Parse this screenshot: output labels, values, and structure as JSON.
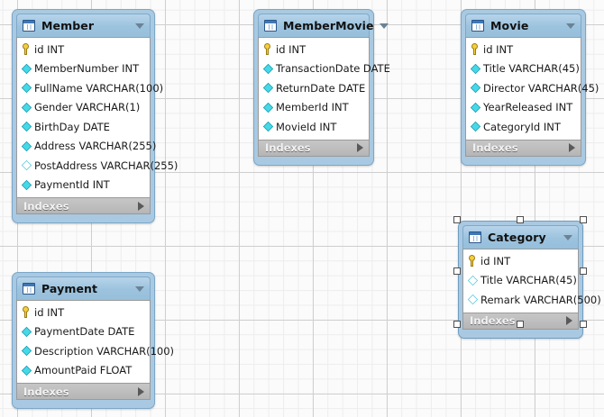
{
  "canvas": {
    "background_color": "#fbfbfb",
    "grid_minor_color": "#ededed",
    "grid_major_color": "#cfcfcf",
    "header_color": "#9cc3de",
    "indexes_bar_color": "#b6b6b6"
  },
  "tables": [
    {
      "name": "Member",
      "icon": "table-icon",
      "collapse_caret": "chevron-down-icon",
      "indexes_label": "Indexes",
      "indexes_caret": "chevron-right-icon",
      "selected": false,
      "fields": [
        {
          "icon": "key-icon",
          "label": "id INT"
        },
        {
          "icon": "diamond-filled-icon",
          "label": "MemberNumber INT"
        },
        {
          "icon": "diamond-filled-icon",
          "label": "FullName VARCHAR(100)"
        },
        {
          "icon": "diamond-filled-icon",
          "label": "Gender VARCHAR(1)"
        },
        {
          "icon": "diamond-filled-icon",
          "label": "BirthDay DATE"
        },
        {
          "icon": "diamond-filled-icon",
          "label": "Address VARCHAR(255)"
        },
        {
          "icon": "diamond-hollow-icon",
          "label": "PostAddress VARCHAR(255)"
        },
        {
          "icon": "diamond-filled-icon",
          "label": "PaymentId INT"
        }
      ]
    },
    {
      "name": "MemberMovie",
      "icon": "table-icon",
      "collapse_caret": "chevron-down-icon",
      "indexes_label": "Indexes",
      "indexes_caret": "chevron-right-icon",
      "selected": false,
      "fields": [
        {
          "icon": "key-icon",
          "label": "id INT"
        },
        {
          "icon": "diamond-filled-icon",
          "label": "TransactionDate DATE"
        },
        {
          "icon": "diamond-filled-icon",
          "label": "ReturnDate DATE"
        },
        {
          "icon": "diamond-filled-icon",
          "label": "MemberId INT"
        },
        {
          "icon": "diamond-filled-icon",
          "label": "MovieId INT"
        }
      ]
    },
    {
      "name": "Movie",
      "icon": "table-icon",
      "collapse_caret": "chevron-down-icon",
      "indexes_label": "Indexes",
      "indexes_caret": "chevron-right-icon",
      "selected": false,
      "fields": [
        {
          "icon": "key-icon",
          "label": "id INT"
        },
        {
          "icon": "diamond-filled-icon",
          "label": "Title VARCHAR(45)"
        },
        {
          "icon": "diamond-filled-icon",
          "label": "Director VARCHAR(45)"
        },
        {
          "icon": "diamond-filled-icon",
          "label": "YearReleased INT"
        },
        {
          "icon": "diamond-filled-icon",
          "label": "CategoryId INT"
        }
      ]
    },
    {
      "name": "Category",
      "icon": "table-icon",
      "collapse_caret": "chevron-down-icon",
      "indexes_label": "Indexes",
      "indexes_caret": "chevron-right-icon",
      "selected": true,
      "fields": [
        {
          "icon": "key-icon",
          "label": "id INT"
        },
        {
          "icon": "diamond-hollow-icon",
          "label": "Title VARCHAR(45)"
        },
        {
          "icon": "diamond-hollow-icon",
          "label": "Remark VARCHAR(500)"
        }
      ]
    },
    {
      "name": "Payment",
      "icon": "table-icon",
      "collapse_caret": "chevron-down-icon",
      "indexes_label": "Indexes",
      "indexes_caret": "chevron-right-icon",
      "selected": false,
      "fields": [
        {
          "icon": "key-icon",
          "label": "id INT"
        },
        {
          "icon": "diamond-filled-icon",
          "label": "PaymentDate DATE"
        },
        {
          "icon": "diamond-filled-icon",
          "label": "Description VARCHAR(100)"
        },
        {
          "icon": "diamond-filled-icon",
          "label": "AmountPaid FLOAT"
        }
      ]
    }
  ]
}
